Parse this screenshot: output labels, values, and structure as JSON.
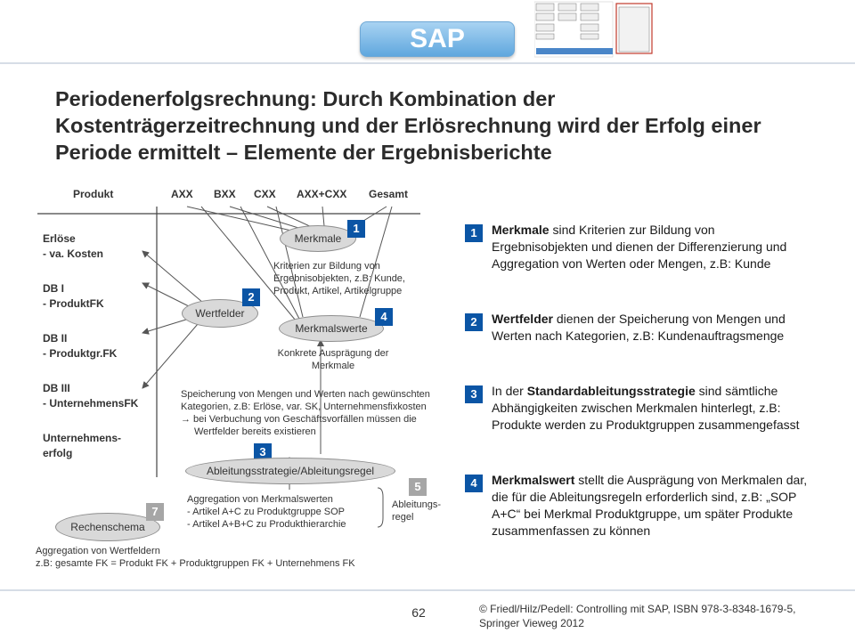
{
  "header": {
    "badge": "SAP"
  },
  "title": "Periodenerfolgsrechnung: Durch Kombination der Kostenträgerzeitrechnung und der Erlösrechnung wird der Erfolg einer Periode ermittelt – Elemente der Ergebnisberichte",
  "diagram": {
    "columns": [
      "Produkt",
      "AXX",
      "BXX",
      "CXX",
      "AXX+CXX",
      "Gesamt"
    ],
    "rows": [
      [
        "Erlöse",
        "- va. Kosten"
      ],
      [
        "DB I",
        "- ProduktFK"
      ],
      [
        "DB II",
        "- Produktgr.FK"
      ],
      [
        "DB III",
        "- UnternehmensFK"
      ],
      [
        "Unternehmens-",
        "erfolg"
      ]
    ],
    "merkmale": {
      "label": "Merkmale",
      "num": "1",
      "desc": [
        "Kriterien zur Bildung von",
        "Ergebnisobjekten, z.B: Kunde,",
        "Produkt, Artikel, Artikelgruppe"
      ]
    },
    "wertfelder": {
      "label": "Wertfelder",
      "num": "2",
      "desc": [
        "Speicherung von Mengen und Werten nach gewünschten",
        "Kategorien, z.B: Erlöse, var. SK, Unternehmensfixkosten",
        "→ bei Verbuchung von Geschäftsvorfällen müssen die",
        "Wertfelder bereits existieren"
      ]
    },
    "merkmalswerte": {
      "label": "Merkmalswerte",
      "num": "4",
      "desc": [
        "Konkrete Ausprägung der",
        "Merkmale"
      ]
    },
    "ableitung": {
      "label": "Ableitungsstrategie/Ableitungsregel",
      "num": "3",
      "desc": [
        "Aggregation von Merkmalswerten",
        "-   Artikel A+C zu Produktgruppe SOP",
        "-   Artikel A+B+C zu Produkthierarchie"
      ]
    },
    "ableitungsregel": {
      "num": "5",
      "label": [
        "Ableitungs-",
        "regel"
      ]
    },
    "rechenschema": {
      "label": "Rechenschema",
      "num": "7",
      "desc": [
        "Aggregation von Wertfeldern",
        "z.B: gesamte FK = Produkt FK + Produktgruppen FK + Unternehmens FK"
      ]
    }
  },
  "explanations": [
    {
      "num": "1",
      "bold": "Merkmale",
      "text": " sind Kriterien zur Bildung von Ergebnisobjekten und dienen der Differenzierung und Aggregation von Werten oder Mengen, z.B: Kunde"
    },
    {
      "num": "2",
      "bold": "Wertfelder",
      "text": " dienen der Speicherung von Mengen und Werten nach Kategorien, z.B: Kundenauftragsmenge"
    },
    {
      "num": "3",
      "pre": "In der ",
      "bold": "Standardableitungsstrategie",
      "text": " sind sämtliche Abhängigkeiten zwischen Merkmalen hinterlegt, z.B: Produkte werden zu Produktgruppen zusammengefasst"
    },
    {
      "num": "4",
      "bold": "Merkmalswert",
      "text": " stellt die Ausprägung von Merkmalen dar, die für die Ableitungsregeln erforderlich sind, z.B: „SOP A+C“ bei Merkmal Produktgruppe, um später Produkte zusammenfassen zu können"
    }
  ],
  "footer": {
    "page": "62",
    "copyright": [
      "© Friedl/Hilz/Pedell: Controlling mit SAP, ISBN 978-3-8348-1679-5,",
      "Springer Vieweg 2012"
    ]
  },
  "colors": {
    "accent": "#0b55a5",
    "gray_box": "#a6a6a6",
    "oval_fill": "#d9d9d9"
  }
}
